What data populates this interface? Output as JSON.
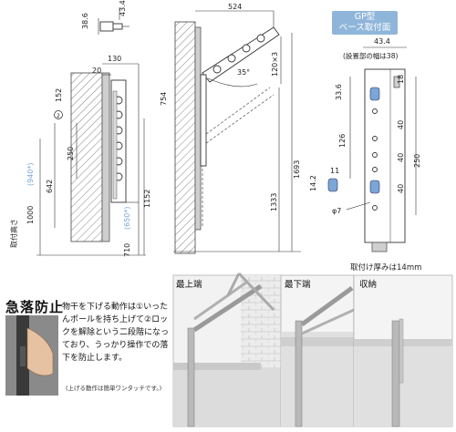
{
  "top_view": {
    "dim_a": "38.6",
    "dim_b": "43.4"
  },
  "side_diagram": {
    "dim_width": "130",
    "dim_20": "20",
    "circle_152": "152",
    "dim_250": "250",
    "dim_642": "642",
    "install_label": "取付高さ",
    "height_1000": "1000",
    "height_1000_alt": "(940*)",
    "dim_710": "710",
    "dim_710_alt": "(650*)",
    "dim_1152": "1152"
  },
  "angle_diagram": {
    "dim_524": "524",
    "dim_754": "754",
    "angle": "35°",
    "dim_120x3": "120×3",
    "dim_1333": "1333",
    "dim_1693": "1693"
  },
  "base_diagram": {
    "badge": "GP型\nベース取付面",
    "dim_434": "43.4",
    "install_width_note": "(設置部の幅は38)",
    "dim_336": "33.6",
    "dim_18": "18",
    "dim_40a": "40",
    "dim_126": "126",
    "dim_40b": "40",
    "dim_250": "250",
    "dim_40c": "40",
    "dim_142": "14.2",
    "dim_11": "11",
    "hole": "φ7",
    "thickness_note": "取付け厚みは14mm"
  },
  "warning": {
    "title": "急落防止",
    "text": "物干を下げる動作は①いったんポールを持ち上げて②ロックを解除という二段階になっており、うっかり操作での落下を防止します。",
    "note": "(上げる動作は簡単ワンタッチです。)"
  },
  "photos": {
    "top_position": "最上端",
    "bottom_position": "最下端",
    "stored": "収納"
  },
  "colors": {
    "accent_blue": "#8fb6da",
    "hatch": "#666666"
  }
}
